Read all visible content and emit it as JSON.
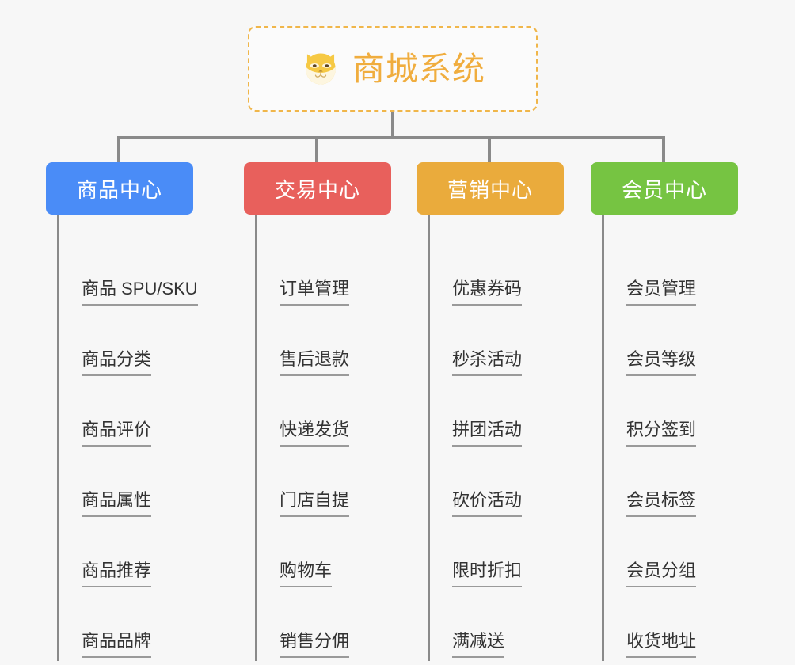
{
  "diagram": {
    "title": "商城系统",
    "type": "mindmap",
    "background_color": "#f7f7f7",
    "root": {
      "label": "商城系统",
      "icon": "shiba-dog-face-icon",
      "text_color": "#f0ad3e",
      "border_color": "#f0b64a",
      "background_color": "#fbfbfb"
    },
    "connector_color": "#8a8a8a",
    "leaf_text_color": "#333333",
    "leaf_underline_color": "#9a9a9a",
    "branches": [
      {
        "label": "商品中心",
        "color": "#4a8cf7",
        "items": [
          "商品 SPU/SKU",
          "商品分类",
          "商品评价",
          "商品属性",
          "商品推荐",
          "商品品牌"
        ]
      },
      {
        "label": "交易中心",
        "color": "#e8605c",
        "items": [
          "订单管理",
          "售后退款",
          "快递发货",
          "门店自提",
          "购物车",
          "销售分佣"
        ]
      },
      {
        "label": "营销中心",
        "color": "#eaab3c",
        "items": [
          "优惠券码",
          "秒杀活动",
          "拼团活动",
          "砍价活动",
          "限时折扣",
          "满减送"
        ]
      },
      {
        "label": "会员中心",
        "color": "#76c442",
        "items": [
          "会员管理",
          "会员等级",
          "积分签到",
          "会员标签",
          "会员分组",
          "收货地址"
        ]
      }
    ]
  }
}
